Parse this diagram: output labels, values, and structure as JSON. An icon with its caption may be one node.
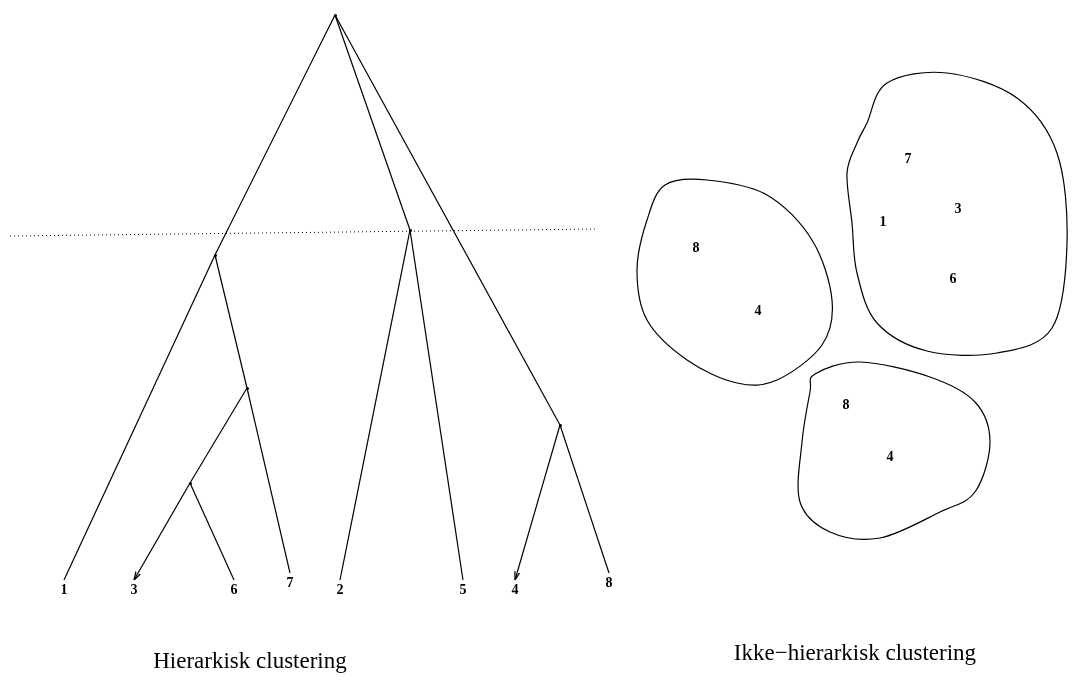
{
  "diagram": {
    "nodes": [
      {
        "text": [],
        "shape": "point"
      },
      {
        "text": [],
        "shape": "point"
      },
      {
        "text": [],
        "shape": "point"
      },
      {
        "text": [],
        "shape": "point"
      },
      {
        "text": [],
        "shape": "point"
      },
      {
        "text": [],
        "shape": "point"
      },
      {
        "text": [
          "1"
        ]
      },
      {
        "text": [
          "3"
        ]
      },
      {
        "text": [
          "6"
        ]
      },
      {
        "text": [
          "7"
        ]
      },
      {
        "text": [
          "2"
        ]
      },
      {
        "text": [
          "5"
        ]
      },
      {
        "text": [
          "4"
        ]
      },
      {
        "text": [
          "8"
        ]
      },
      {
        "text": [
          "8",
          "4"
        ]
      },
      {
        "text": [
          "7",
          "1",
          "3",
          "6"
        ]
      },
      {
        "text": [
          "8",
          "4"
        ]
      }
    ],
    "edges": [
      {
        "from": 0,
        "to": 1,
        "arrow": "none"
      },
      {
        "from": 0,
        "to": 2,
        "arrow": "none"
      },
      {
        "from": 0,
        "to": 3,
        "arrow": "none"
      },
      {
        "from": 1,
        "to": 6,
        "arrow": "none"
      },
      {
        "from": 1,
        "to": 4,
        "arrow": "none"
      },
      {
        "from": 4,
        "to": 5,
        "arrow": "none"
      },
      {
        "from": 4,
        "to": 9,
        "arrow": "none"
      },
      {
        "from": 5,
        "to": 7,
        "arrow": "to"
      },
      {
        "from": 5,
        "to": 8,
        "arrow": "none"
      },
      {
        "from": 2,
        "to": 10,
        "arrow": "none"
      },
      {
        "from": 2,
        "to": 11,
        "arrow": "none"
      },
      {
        "from": 3,
        "to": 12,
        "arrow": "to"
      },
      {
        "from": 3,
        "to": 13,
        "arrow": "none"
      }
    ],
    "labels": [
      "Hierarkisk clustering",
      "Ikke−hierarkisk clustering"
    ]
  }
}
